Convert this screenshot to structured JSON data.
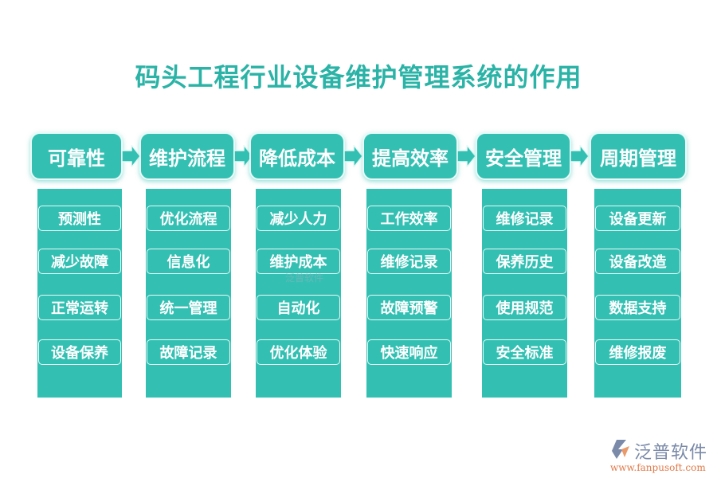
{
  "title": "码头工程行业设备维护管理系统的作用",
  "columns": [
    {
      "header": "可靠性",
      "items": [
        "预测性",
        "减少故障",
        "正常运转",
        "设备保养"
      ]
    },
    {
      "header": "维护流程",
      "items": [
        "优化流程",
        "信息化",
        "统一管理",
        "故障记录"
      ]
    },
    {
      "header": "降低成本",
      "items": [
        "减少人力",
        "维护成本",
        "自动化",
        "优化体验"
      ]
    },
    {
      "header": "提高效率",
      "items": [
        "工作效率",
        "维修记录",
        "故障预警",
        "快速响应"
      ]
    },
    {
      "header": "安全管理",
      "items": [
        "维修记录",
        "保养历史",
        "使用规范",
        "安全标准"
      ]
    },
    {
      "header": "周期管理",
      "items": [
        "设备更新",
        "设备改造",
        "数据支持",
        "维修报废"
      ]
    }
  ],
  "watermark": "泛普软件",
  "logo": {
    "name": "泛普软件",
    "url": "www.fanpusoft.com"
  },
  "colors": {
    "teal": "#33c0b3",
    "title": "#2ab3a6"
  }
}
